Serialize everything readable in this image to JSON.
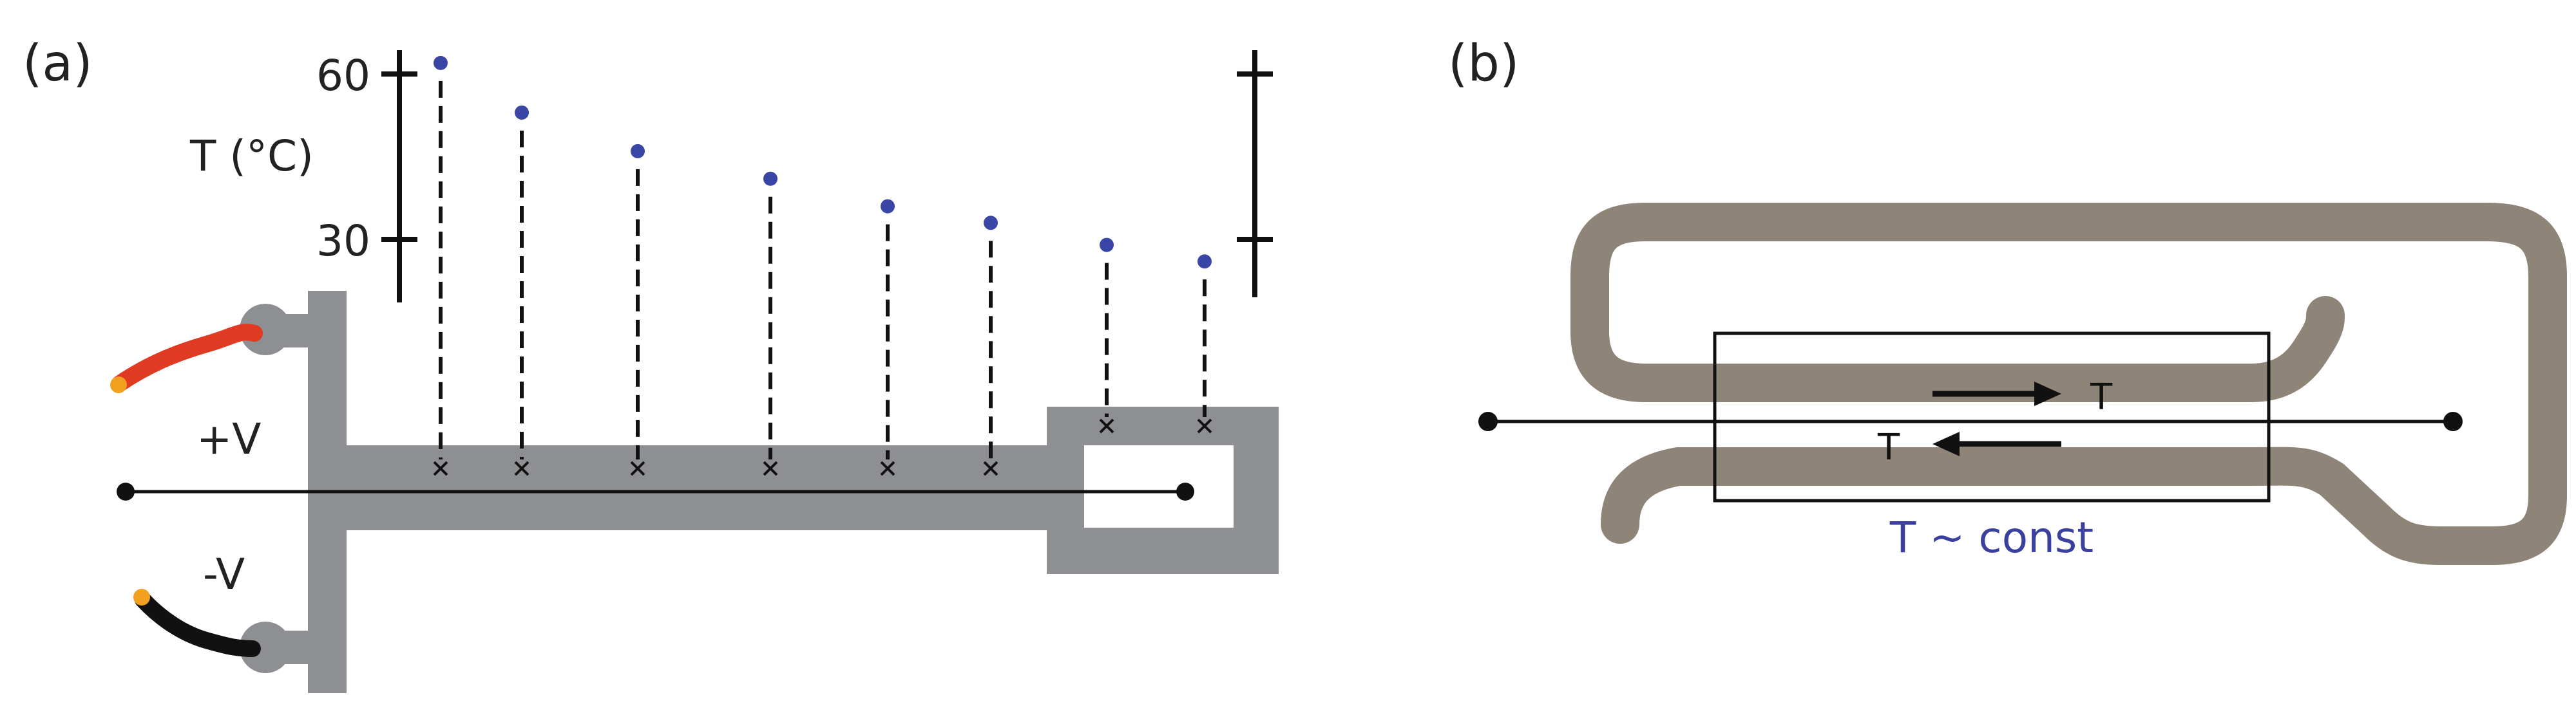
{
  "panel_a": {
    "label": "(a)",
    "axis": {
      "label": "T (°C)",
      "ticks": [
        {
          "value": 60,
          "label": "60"
        },
        {
          "value": 30,
          "label": "30"
        }
      ]
    },
    "terminals": {
      "plus": "+V",
      "minus": "-V"
    },
    "temperature_profile": [
      62,
      53,
      46,
      41,
      36,
      33,
      29,
      26
    ],
    "colors": {
      "heater": "#8d8f93",
      "wire_positive": "#e03a22",
      "wire_negative": "#111111",
      "wire_tip": "#f2a020",
      "data_point": "#3a46a6"
    }
  },
  "panel_b": {
    "label": "(b)",
    "arrow_forward": "T",
    "arrow_backward": "T",
    "annotation": "T ~ const",
    "colors": {
      "heater": "#8e8478",
      "annotation": "#3b3f9e"
    }
  }
}
